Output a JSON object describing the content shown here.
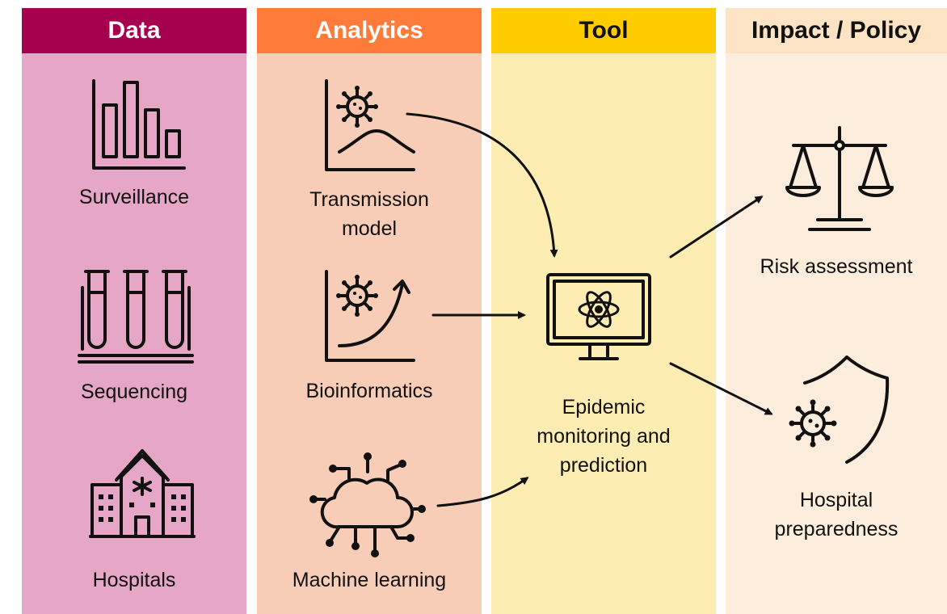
{
  "columns": [
    {
      "title": "Data",
      "header_color": "#A6004F",
      "bg_color": "#E6A6C6",
      "title_color": "#ffffff"
    },
    {
      "title": "Analytics",
      "header_color": "#FF7B3A",
      "bg_color": "#F8CDB8",
      "title_color": "#ffffff"
    },
    {
      "title": "Tool",
      "header_color": "#FFCC00",
      "bg_color": "#FDEDB3",
      "title_color": "#111111"
    },
    {
      "title": "Impact / Policy",
      "header_color": "#FBE3C4",
      "bg_color": "#FCEDDD",
      "title_color": "#111111"
    }
  ],
  "data_items": {
    "surveillance": "Surveillance",
    "sequencing": "Sequencing",
    "hospitals": "Hospitals"
  },
  "analytics_items": {
    "transmission": "Transmission\nmodel",
    "bioinformatics": "Bioinformatics",
    "machine_learning": "Machine learning"
  },
  "tool_item": {
    "label": "Epidemic\nmonitoring and\nprediction"
  },
  "impact_items": {
    "risk": "Risk assessment",
    "hospital": "Hospital\npreparedness"
  },
  "icons": [
    "bar-chart-icon",
    "test-tubes-icon",
    "hospital-building-icon",
    "virus-curve-icon",
    "virus-growth-icon",
    "cloud-network-icon",
    "computer-atom-icon",
    "scales-icon",
    "virus-shield-icon"
  ]
}
